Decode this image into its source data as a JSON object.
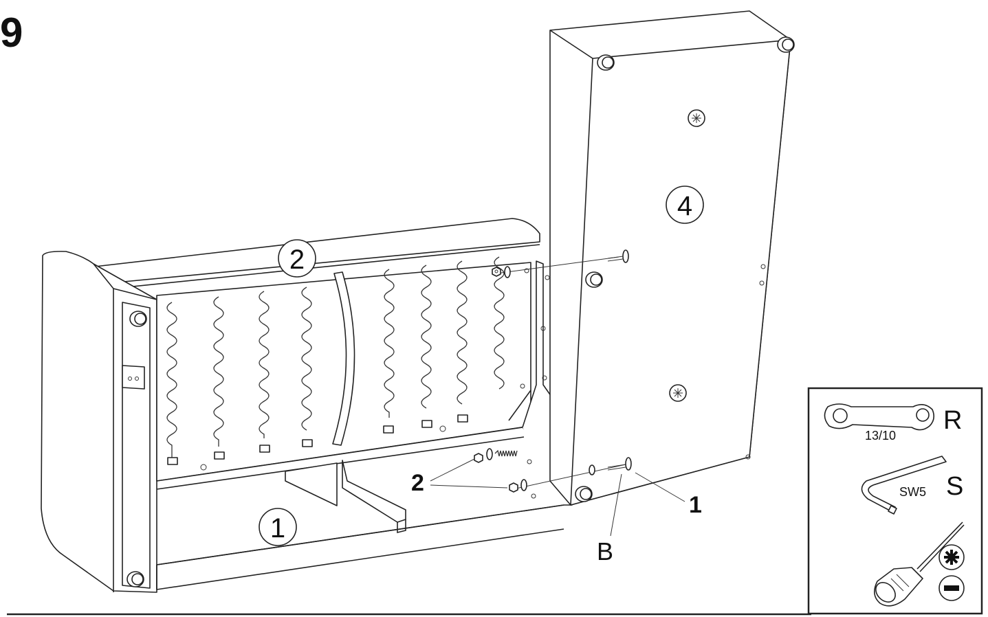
{
  "step": {
    "number": "9"
  },
  "parts": {
    "frame": "1",
    "seat_springs": "2",
    "back_panel": "4"
  },
  "callouts": {
    "screw": "1",
    "nuts": "2",
    "bolt": "B"
  },
  "tools": {
    "wrench": {
      "letter": "R",
      "size": "13/10"
    },
    "hex_key": {
      "letter": "S",
      "size": "SW5"
    },
    "screwdriver": {
      "tips": [
        "phillips-icon",
        "flathead-icon"
      ]
    }
  },
  "colors": {
    "line": "#222222",
    "background": "#ffffff"
  }
}
